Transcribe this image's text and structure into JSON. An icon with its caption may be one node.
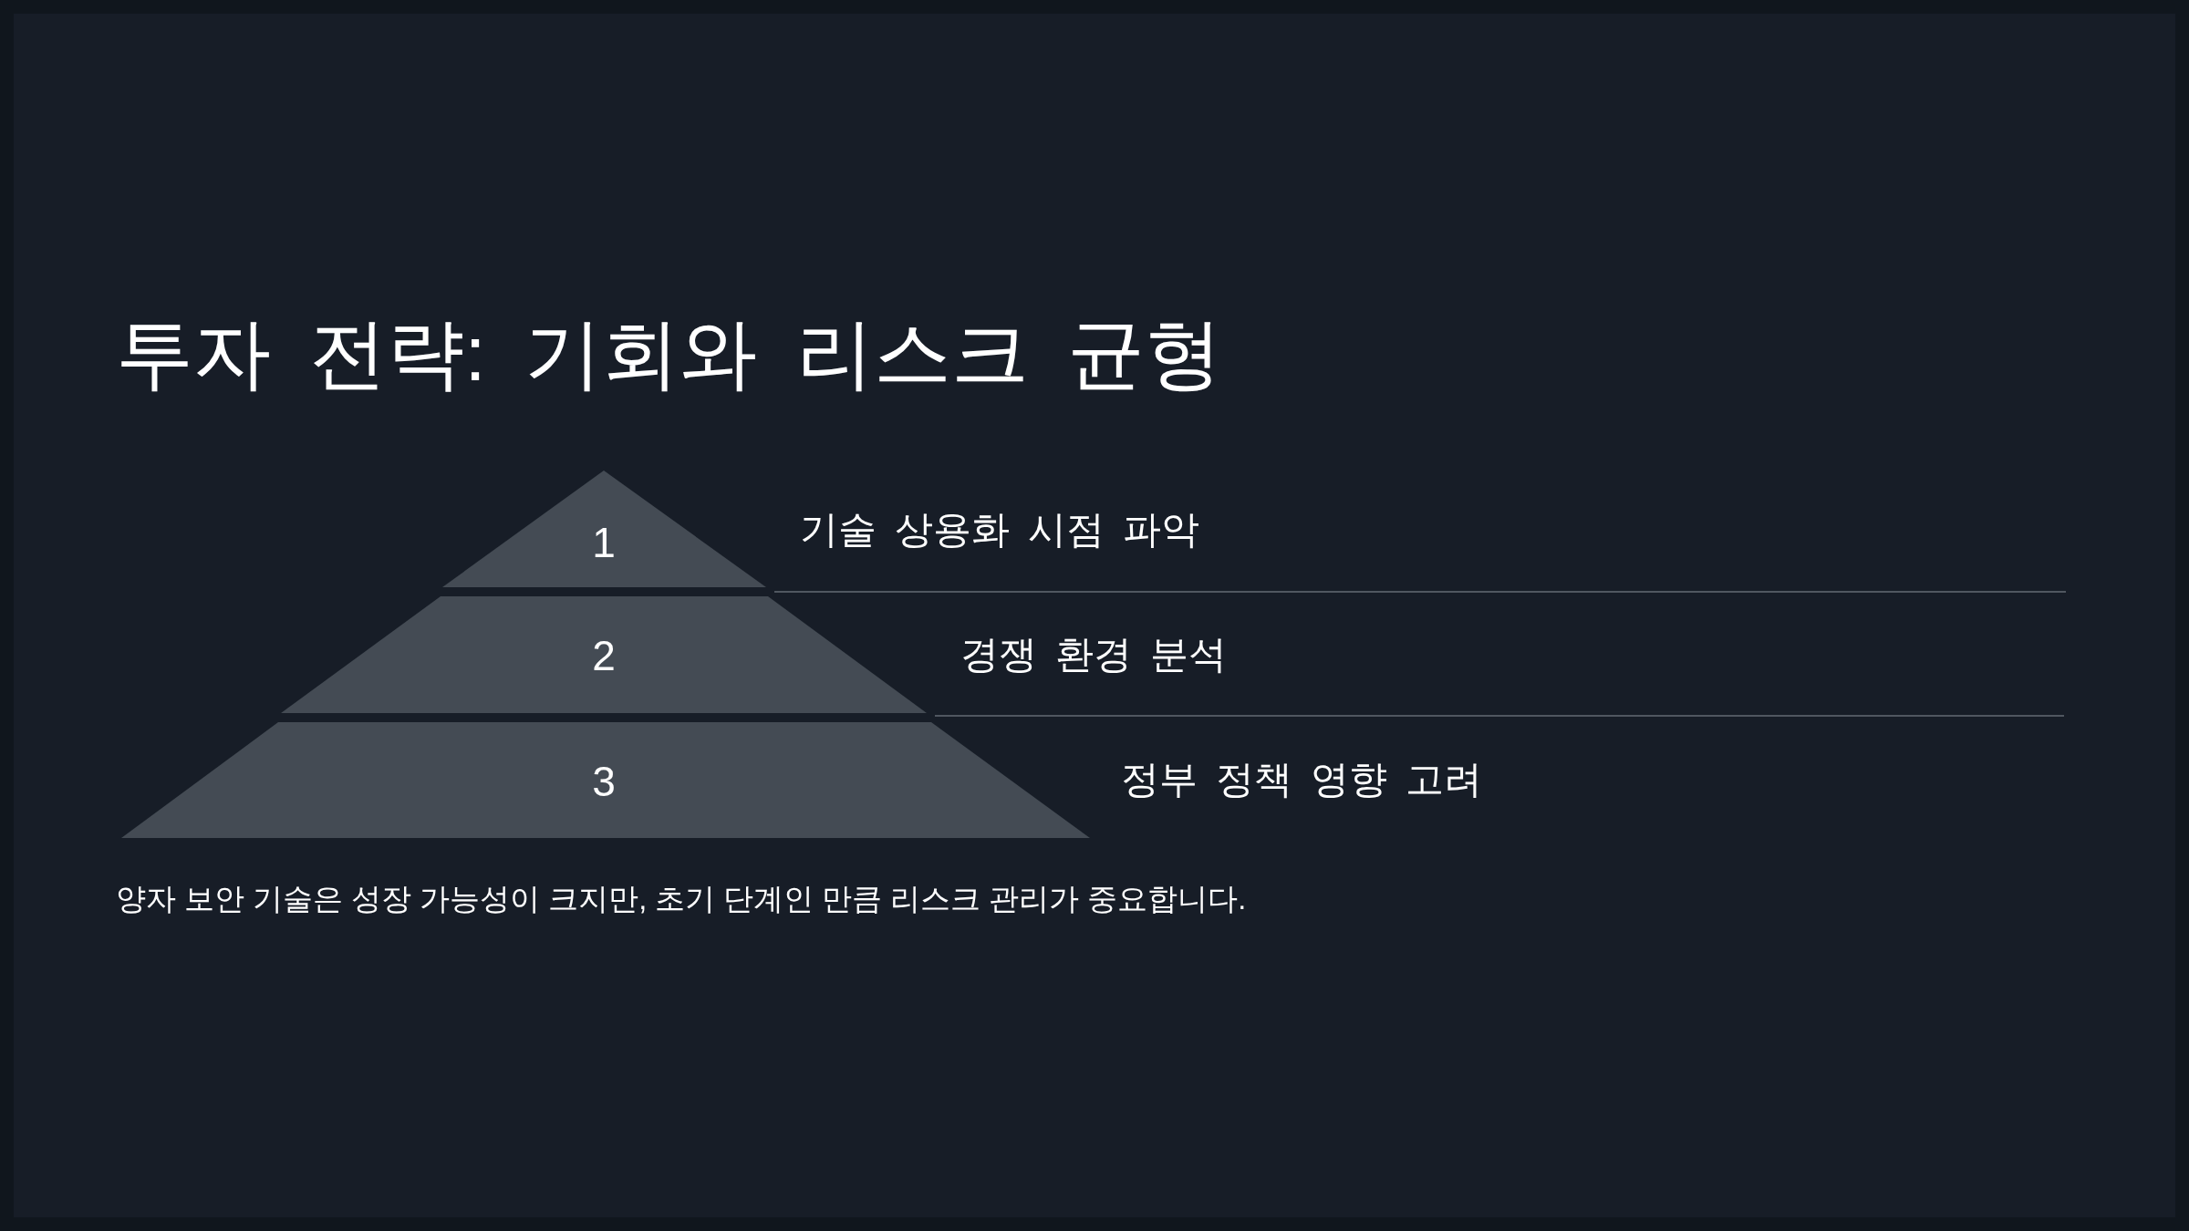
{
  "diagram": {
    "title": "투자 전략: 기회와 리스크 균형",
    "nodes": [
      {
        "text": [
          "1"
        ],
        "beside": [
          "기술 상용화 시점 파악"
        ]
      },
      {
        "text": [
          "2"
        ],
        "beside": [
          "경쟁 환경 분석"
        ]
      },
      {
        "text": [
          "3"
        ],
        "beside": [
          "정부 정책 영향 고려"
        ]
      }
    ],
    "caption": "양자 보안 기술은 성장 가능성이 크지만, 초기 단계인 만큼 리스크 관리가 중요합니다."
  }
}
